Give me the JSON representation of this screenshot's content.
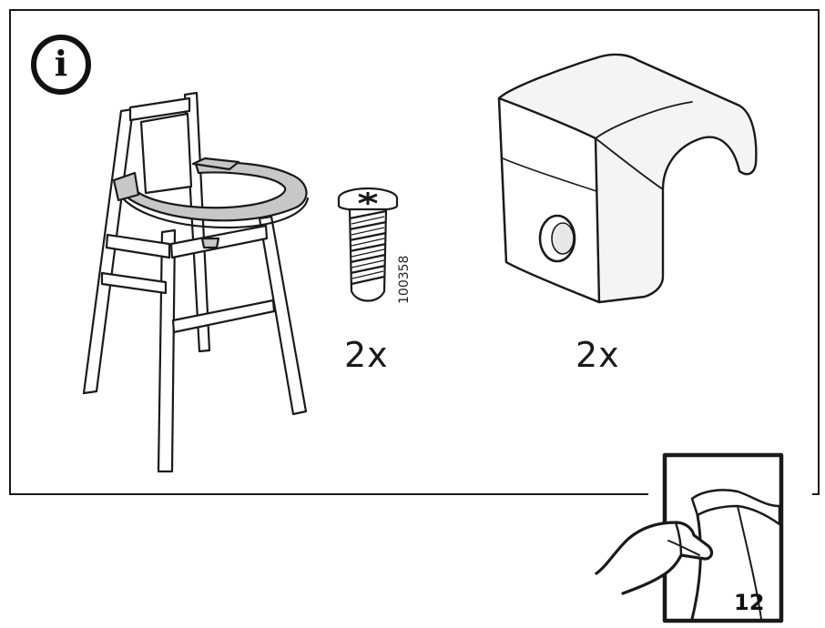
{
  "info": {
    "glyph": "i",
    "icon": "info-icon"
  },
  "parts": [
    {
      "name": "screw",
      "part_number": "100358",
      "quantity": "2x",
      "icon": "screw-icon"
    },
    {
      "name": "bracket",
      "quantity": "2x",
      "icon": "bracket-clip-icon"
    }
  ],
  "footer": {
    "page_number": "12",
    "icon": "turn-page-icon"
  },
  "colors": {
    "line": "#1a1a1a",
    "tray_fill": "#c7c7c7",
    "bracket_fill": "#f4f4f4"
  }
}
